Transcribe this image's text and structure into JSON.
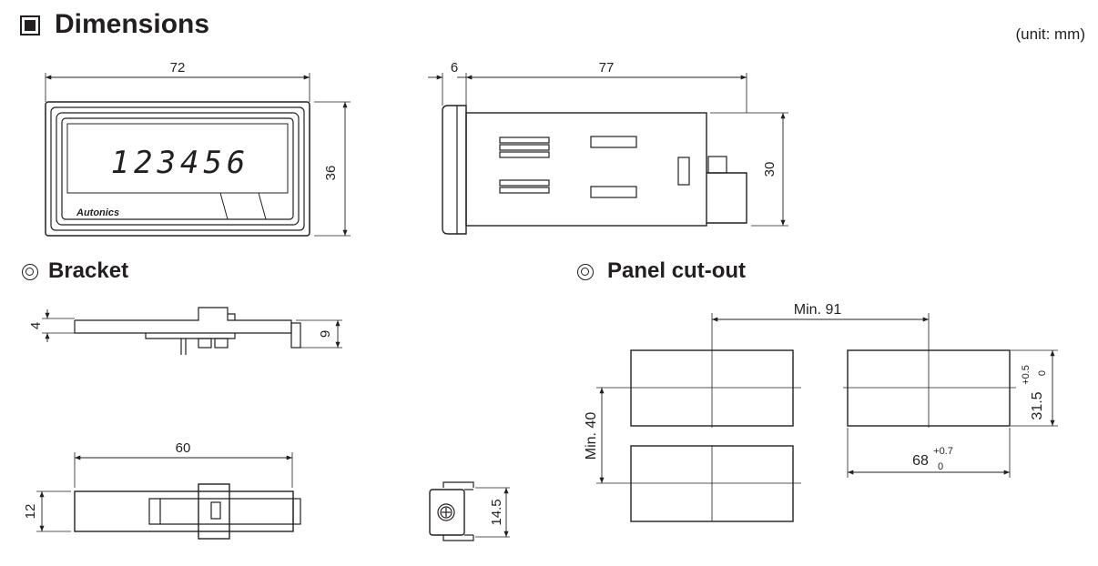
{
  "header": {
    "title": "Dimensions",
    "unit": "(unit: mm)"
  },
  "sections": {
    "bracket": "Bracket",
    "panel_cutout": "Panel cut-out"
  },
  "front_view": {
    "width": "72",
    "height": "36",
    "display_digits": "123456",
    "brand": "Autonics"
  },
  "side_view": {
    "bezel_depth": "6",
    "body_length": "77",
    "height": "30"
  },
  "bracket_views": {
    "top_height_left": "4",
    "top_height_right": "9",
    "length": "60",
    "side_height": "12",
    "end_height": "14.5"
  },
  "cutout": {
    "min_pitch_h": "Min. 91",
    "min_pitch_v": "Min. 40",
    "height": "31.5",
    "height_tol_upper": "+0.5",
    "height_tol_lower": "0",
    "width": "68",
    "width_tol_upper": "+0.7",
    "width_tol_lower": "0"
  }
}
